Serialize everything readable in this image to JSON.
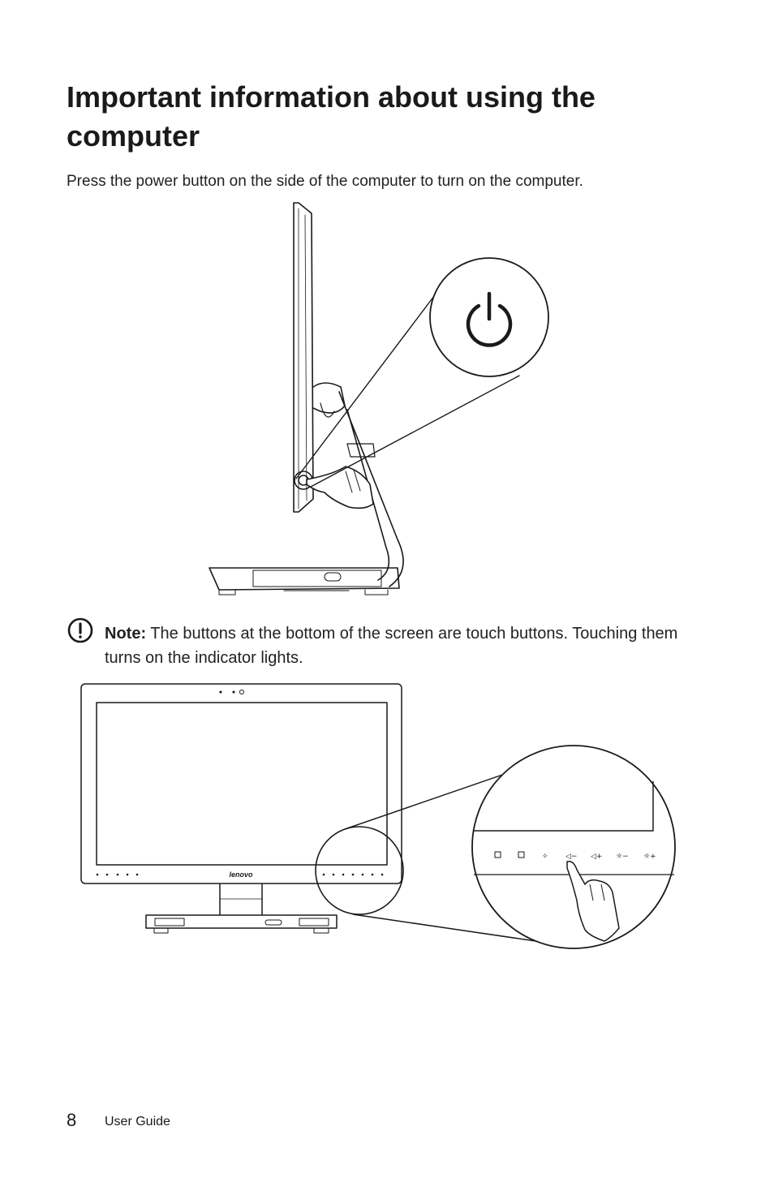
{
  "page": {
    "title": "Important information about using the computer",
    "intro": "Press the power button on the side of the computer to turn on the computer."
  },
  "note": {
    "label": "Note:",
    "text": " The buttons at the bottom of the screen are touch buttons. Touching them turns on the indicator lights."
  },
  "figure2": {
    "brand": "lenovo"
  },
  "footer": {
    "page_number": "8",
    "doc_title": "User Guide"
  },
  "icons": {
    "power": "power-icon",
    "note": "exclamation-circle-icon",
    "hand": "pointing-hand-icon"
  }
}
